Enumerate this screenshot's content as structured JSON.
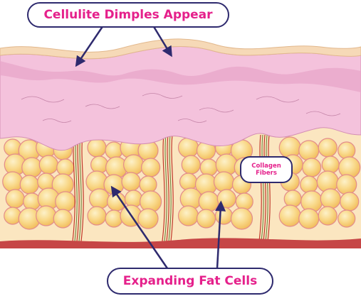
{
  "labels": {
    "top": "Cellulite Dimples Appear",
    "bottom": "Expanding Fat Cells",
    "collagen_line1": "Collagen",
    "collagen_line2": "Fibers"
  },
  "colors": {
    "label_text": "#e5208b",
    "callout_border": "#2e2a6e",
    "arrow": "#2e2a6e",
    "epidermis": "#f6d9b7",
    "dermis": "#f4c2dc",
    "dermis_wave": "#e8a6c9",
    "fat_background": "#fbe6c0",
    "fat_cell": "#f8cf78",
    "fat_cell_border": "#e38c8c",
    "muscle": "#c64646",
    "fiber_red": "#c0392b",
    "fiber_green": "#7a8a4a"
  }
}
